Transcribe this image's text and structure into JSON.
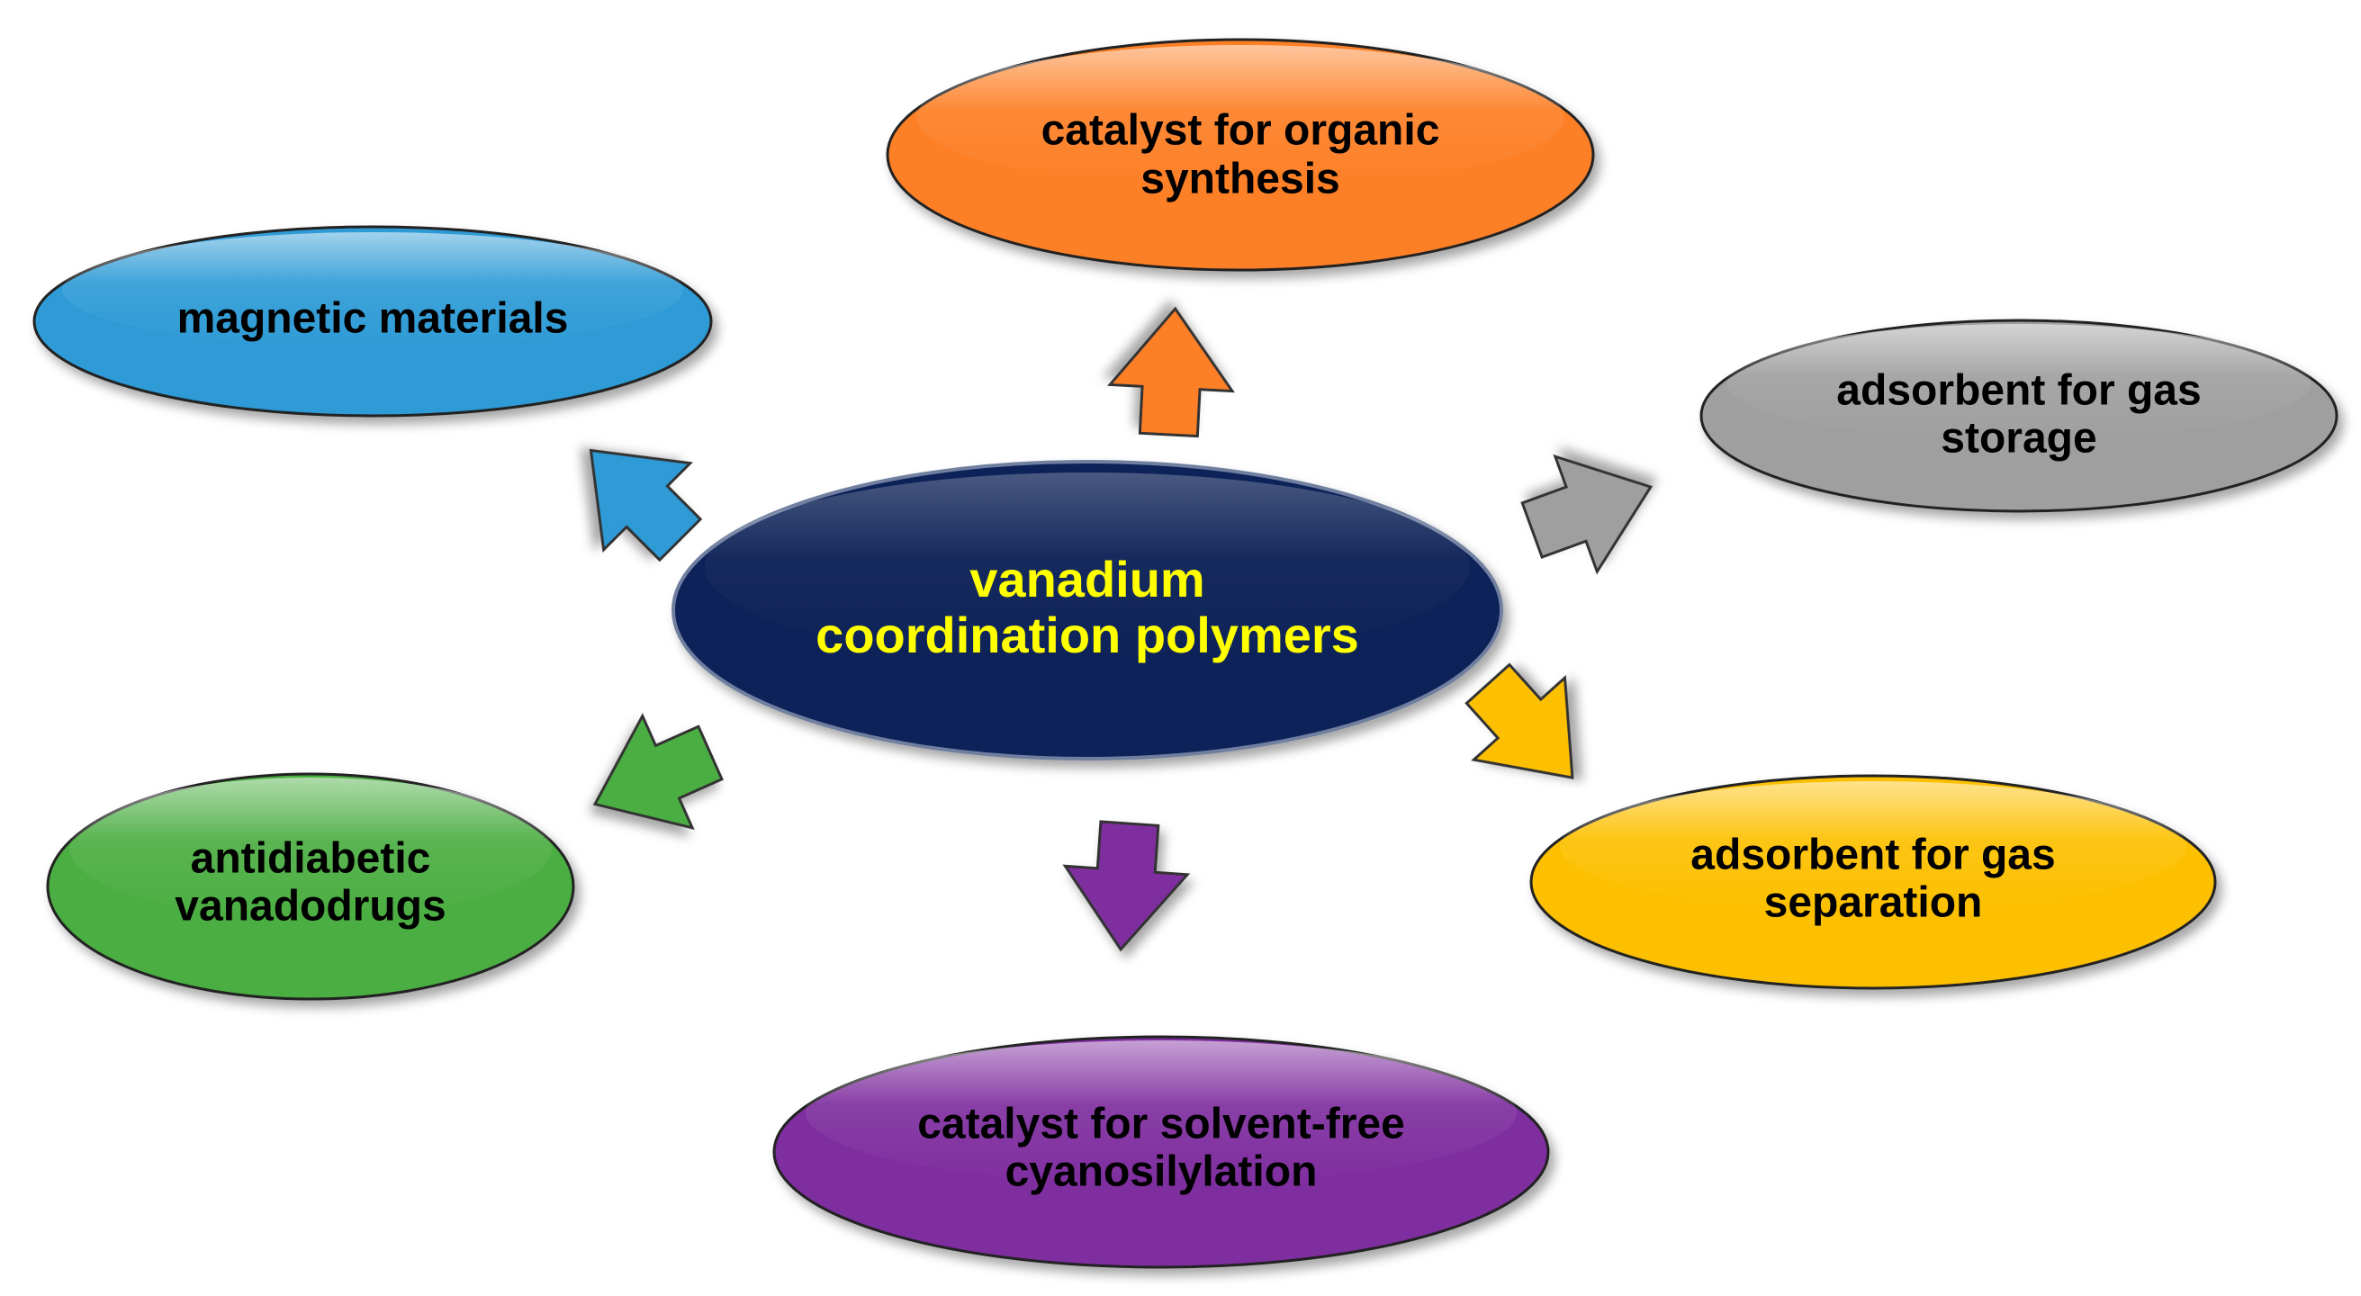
{
  "center": {
    "line1": "vanadium",
    "line2": "coordination polymers",
    "fill": "#0c2258",
    "text_color": "#ffff00"
  },
  "nodes": [
    {
      "id": "organic-synthesis",
      "line1": "catalyst for organic",
      "line2": "synthesis",
      "fill": "#fd7f27"
    },
    {
      "id": "magnetic-materials",
      "line1": "magnetic materials",
      "line2": "",
      "fill": "#2e9bd6"
    },
    {
      "id": "gas-storage",
      "line1": "adsorbent for gas",
      "line2": "storage",
      "fill": "#9f9f9f"
    },
    {
      "id": "gas-separation",
      "line1": "adsorbent for gas",
      "line2": "separation",
      "fill": "#fdc000"
    },
    {
      "id": "cyanosilylation",
      "line1": "catalyst for solvent-free",
      "line2": "cyanosilylation",
      "fill": "#7f2f9f"
    },
    {
      "id": "antidiabetic",
      "line1": "antidiabetic",
      "line2": "vanadodrugs",
      "fill": "#4cae43"
    }
  ],
  "node_text_color": "#000000"
}
